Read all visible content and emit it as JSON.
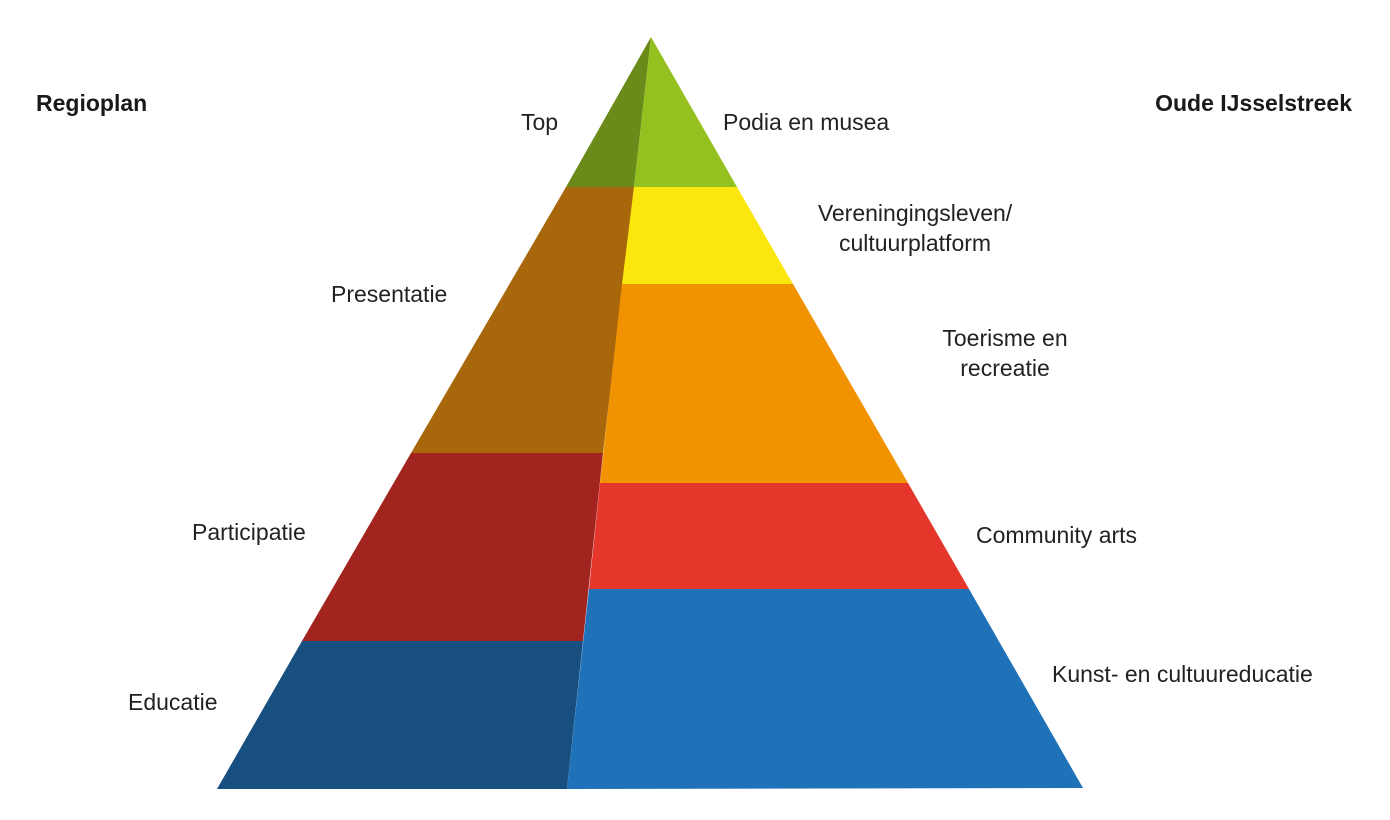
{
  "headers": {
    "left": "Regioplan",
    "right": "Oude IJsselstreek"
  },
  "left_levels": [
    {
      "label": "Top",
      "color": "#6a8a1a"
    },
    {
      "label": "Presentatie",
      "color": "#a8670a"
    },
    {
      "label": "Participatie",
      "color": "#a2241f"
    },
    {
      "label": "Educatie",
      "color": "#174f80"
    }
  ],
  "right_levels": [
    {
      "label": "Podia en musea",
      "color": "#94c11f"
    },
    {
      "label": "Vereningingsleven/\ncultuurplatform",
      "color": "#fbe60e"
    },
    {
      "label": "Toerisme en\nrecreatie",
      "color": "#f19300"
    },
    {
      "label": "Community arts",
      "color": "#e4362b"
    },
    {
      "label": "Kunst- en cultuureducatie",
      "color": "#1f71b8"
    }
  ]
}
